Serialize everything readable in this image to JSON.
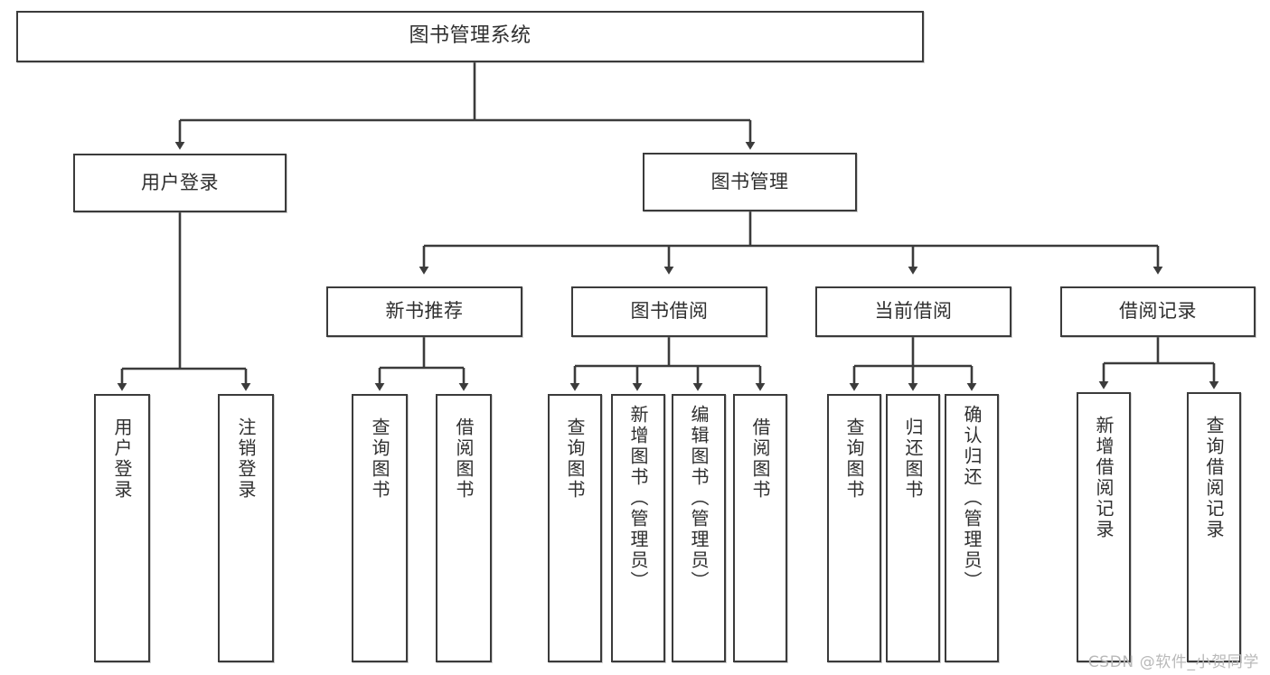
{
  "diagram": {
    "type": "tree-hierarchy",
    "title": "图书管理系统",
    "watermark": "CSDN @软件_小贺同学",
    "colors": {
      "stroke": "#3b3b3b",
      "fill": "#ffffff",
      "text": "#2f2f2f",
      "watermark": "#b9b9b9"
    },
    "nodes": {
      "root": {
        "label": "图书管理系统",
        "orientation": "horizontal",
        "level": 1
      },
      "user_login": {
        "label": "用户登录",
        "orientation": "horizontal",
        "level": 2
      },
      "book_manage": {
        "label": "图书管理",
        "orientation": "horizontal",
        "level": 2
      },
      "new_book_rec": {
        "label": "新书推荐",
        "orientation": "horizontal",
        "level": 3
      },
      "book_borrow": {
        "label": "图书借阅",
        "orientation": "horizontal",
        "level": 3
      },
      "current_borrow": {
        "label": "当前借阅",
        "orientation": "horizontal",
        "level": 3
      },
      "borrow_record": {
        "label": "借阅记录",
        "orientation": "horizontal",
        "level": 3
      },
      "leaf_user_login": {
        "label": "用户登录",
        "orientation": "vertical",
        "level": 3
      },
      "leaf_logout": {
        "label": "注销登录",
        "orientation": "vertical",
        "level": 3
      },
      "leaf_query_book_1": {
        "label": "查询图书",
        "orientation": "vertical",
        "level": 4
      },
      "leaf_borrow_book_1": {
        "label": "借阅图书",
        "orientation": "vertical",
        "level": 4
      },
      "leaf_query_book_2": {
        "label": "查询图书",
        "orientation": "vertical",
        "level": 4
      },
      "leaf_add_book": {
        "label": "新增图书（管理员）",
        "orientation": "vertical",
        "level": 4
      },
      "leaf_edit_book": {
        "label": "编辑图书（管理员）",
        "orientation": "vertical",
        "level": 4
      },
      "leaf_borrow_book_2": {
        "label": "借阅图书",
        "orientation": "vertical",
        "level": 4
      },
      "leaf_query_book_3": {
        "label": "查询图书",
        "orientation": "vertical",
        "level": 4
      },
      "leaf_return_book": {
        "label": "归还图书",
        "orientation": "vertical",
        "level": 4
      },
      "leaf_confirm_return": {
        "label": "确认归还（管理员）",
        "orientation": "vertical",
        "level": 4
      },
      "leaf_add_record": {
        "label": "新增借阅记录",
        "orientation": "vertical",
        "level": 4
      },
      "leaf_query_record": {
        "label": "查询借阅记录",
        "orientation": "vertical",
        "level": 4
      }
    },
    "edges": [
      {
        "from": "root",
        "to": "user_login"
      },
      {
        "from": "root",
        "to": "book_manage"
      },
      {
        "from": "user_login",
        "to": "leaf_user_login"
      },
      {
        "from": "user_login",
        "to": "leaf_logout"
      },
      {
        "from": "book_manage",
        "to": "new_book_rec"
      },
      {
        "from": "book_manage",
        "to": "book_borrow"
      },
      {
        "from": "book_manage",
        "to": "current_borrow"
      },
      {
        "from": "book_manage",
        "to": "borrow_record"
      },
      {
        "from": "new_book_rec",
        "to": "leaf_query_book_1"
      },
      {
        "from": "new_book_rec",
        "to": "leaf_borrow_book_1"
      },
      {
        "from": "book_borrow",
        "to": "leaf_query_book_2"
      },
      {
        "from": "book_borrow",
        "to": "leaf_add_book"
      },
      {
        "from": "book_borrow",
        "to": "leaf_edit_book"
      },
      {
        "from": "book_borrow",
        "to": "leaf_borrow_book_2"
      },
      {
        "from": "current_borrow",
        "to": "leaf_query_book_3"
      },
      {
        "from": "current_borrow",
        "to": "leaf_return_book"
      },
      {
        "from": "current_borrow",
        "to": "leaf_confirm_return"
      },
      {
        "from": "borrow_record",
        "to": "leaf_add_record"
      },
      {
        "from": "borrow_record",
        "to": "leaf_query_record"
      }
    ]
  }
}
